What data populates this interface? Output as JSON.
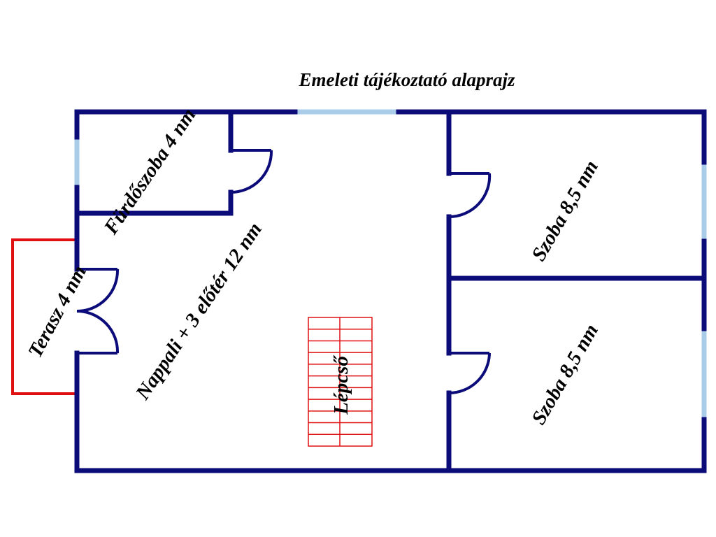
{
  "title": "Emeleti tájékoztató alaprajz",
  "rooms": {
    "bathroom": "Fürdőszoba 4 nm",
    "living": "Nappali + 3 előtér 12 nm",
    "terrace": "Terasz 4 nm",
    "stairs": "Lépcső",
    "room_top": "Szoba 8,5 nm",
    "room_bottom": "Szoba 8,5 nm"
  },
  "colors": {
    "wall": "#0b0b7a",
    "window": "#a9cce8",
    "terrace": "#e01010",
    "stairs": "#e01010"
  }
}
